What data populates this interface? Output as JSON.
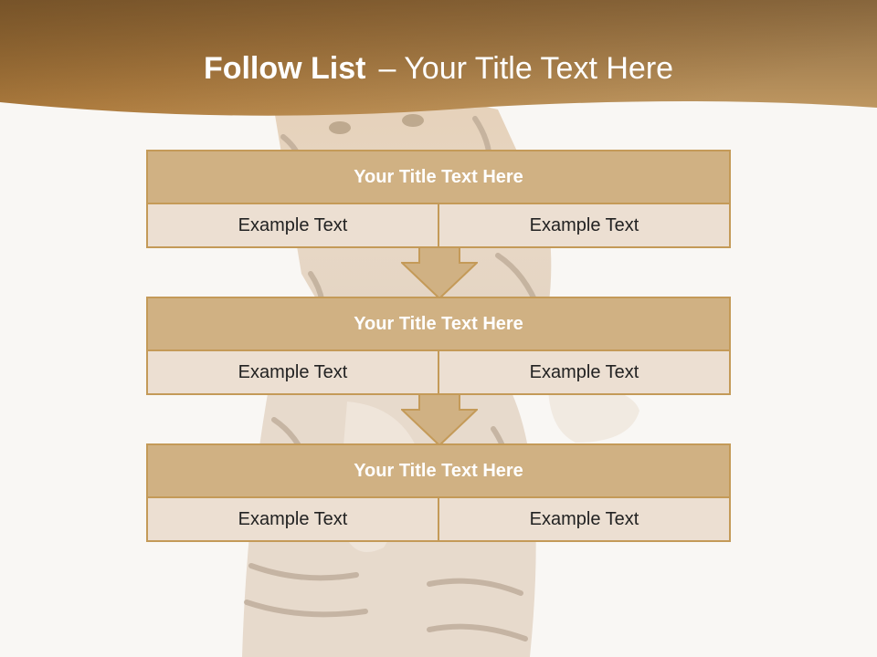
{
  "slide": {
    "title_bold": "Follow List",
    "title_rest": "– Your Title Text Here",
    "background_image": "tiger-photo",
    "colors": {
      "header": "#a8793a",
      "block_title_fill": "#d0b183",
      "block_cell_fill": "#ecdfd2",
      "border": "#c49a58",
      "arrow_fill": "#d0b183"
    }
  },
  "blocks": [
    {
      "title": "Your Title Text Here",
      "cells": [
        "Example Text",
        "Example Text"
      ]
    },
    {
      "title": "Your Title Text Here",
      "cells": [
        "Example Text",
        "Example Text"
      ]
    },
    {
      "title": "Your Title Text Here",
      "cells": [
        "Example Text",
        "Example Text"
      ]
    }
  ]
}
